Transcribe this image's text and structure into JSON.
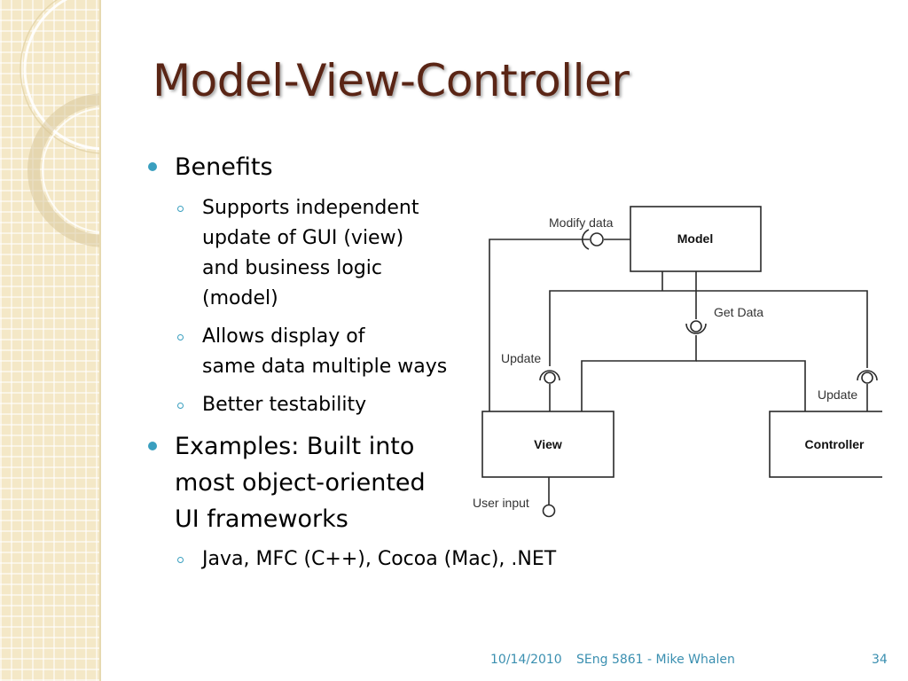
{
  "slide": {
    "title": "Model-View-Controller",
    "bullets": {
      "benefits": "Benefits",
      "supports": [
        "Supports independent",
        "update of GUI (view)",
        "and business logic",
        "(model)"
      ],
      "allows": [
        "Allows display of",
        "same data multiple ways"
      ],
      "testability": "Better testability",
      "examples": [
        "Examples: Built into",
        "most object-oriented",
        "UI frameworks"
      ],
      "frameworks": "Java, MFC (C++),  Cocoa (Mac),  .NET"
    },
    "diagram": {
      "model": "Model",
      "view": "View",
      "controller": "Controller",
      "modify_data": "Modify data",
      "get_data": "Get Data",
      "update_left": "Update",
      "update_right": "Update",
      "user_input": "User input"
    },
    "footer": {
      "date": "10/14/2010",
      "course": "SEng 5861 - Mike Whalen",
      "page": "34"
    }
  },
  "colors": {
    "title": "#5a2515",
    "bullet_marker": "#3a9fbf",
    "footer": "#3a8fb0",
    "sidebar": "#f4e8c7"
  }
}
